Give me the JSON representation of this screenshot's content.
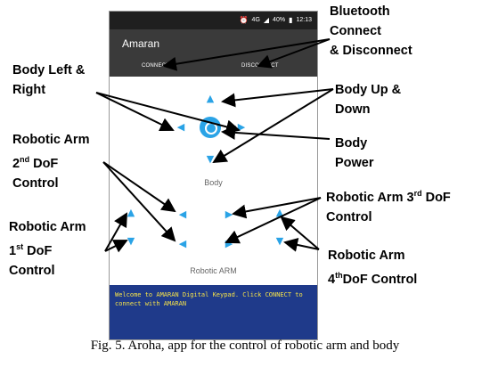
{
  "status_bar": {
    "network": "4G",
    "battery": "40%",
    "time": "12:13",
    "icons": [
      "alarm-icon",
      "signal-icon",
      "battery-icon"
    ]
  },
  "app": {
    "title": "Amaran",
    "connect_label": "CONNECT",
    "disconnect_label": "DISCONNECT"
  },
  "sections": {
    "body_label": "Body",
    "arm_label": "Robotic ARM"
  },
  "console": {
    "text": "Welcome to AMARAN Digital Keypad. Click CONNECT to connect with AMARAN"
  },
  "annotations": {
    "bluetooth": [
      "Bluetooth",
      "Connect",
      "& Disconnect"
    ],
    "body_lr": [
      "Body Left &",
      "Right"
    ],
    "body_ud": [
      "Body Up &",
      "Down"
    ],
    "body_power": [
      "Body",
      "Power"
    ],
    "arm2": {
      "line1": "Robotic Arm",
      "line2_a": "2",
      "line2_sup": "nd",
      "line2_b": " DoF",
      "line3": "Control"
    },
    "arm3": {
      "line1_a": "Robotic Arm 3",
      "line1_sup": "rd",
      "line1_b": " DoF",
      "line2": "Control"
    },
    "arm1": {
      "line1": "Robotic Arm",
      "line2_a": "1",
      "line2_sup": "st",
      "line2_b": " DoF",
      "line3": "Control"
    },
    "arm4": {
      "line1": "Robotic Arm",
      "line2_a": "4",
      "line2_sup": "th",
      "line2_b": "DoF Control"
    }
  },
  "caption": "Fig. 5. Aroha, app for the control of robotic arm and body",
  "colors": {
    "accent": "#2aa3e6",
    "app_bar": "#3a3a3a",
    "status_bar": "#1f1f1f",
    "console_bg": "#1f3a8a",
    "console_text": "#f5e24a"
  }
}
